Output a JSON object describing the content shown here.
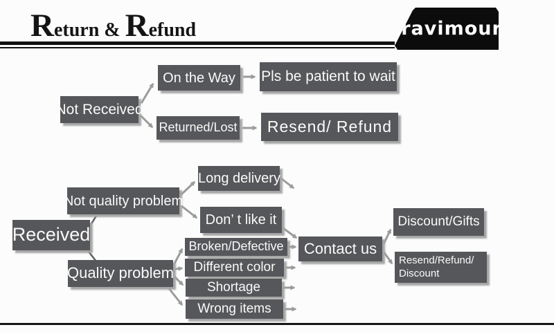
{
  "header": {
    "title_cap1": "R",
    "title_rest1": "eturn",
    "title_amp": "&",
    "title_cap2": "R",
    "title_rest2": "efund",
    "brand": "ravimour"
  },
  "colors": {
    "node_fill": "#56575a",
    "node_text": "#fafafa",
    "node_shadow": "#a6a6a6",
    "arrow": "#9b9b9b",
    "header_line": "#111111",
    "logo_bg": "#0c0c0c"
  },
  "nodes": {
    "not_received": "Not Received",
    "on_the_way": "On the Way",
    "pls_wait": "Pls be patient to wait",
    "returned_lost": "Returned/Lost",
    "resend_refund": "Resend/ Refund",
    "received": "Received",
    "not_quality_problem": "Not quality problem",
    "quality_problem": "Quality problem",
    "long_delivery": "Long delivery",
    "dont_like_it": "Don’ t like it",
    "broken_defective": "Broken/Defective",
    "different_color": "Different color",
    "shortage": "Shortage",
    "wrong_items": "Wrong items",
    "contact_us": "Contact us",
    "discount_gifts": "Discount/Gifts",
    "resend_refund_discount": "Resend/Refund/ Discount"
  },
  "edges": [
    {
      "from": "Not Received",
      "to": "On the Way"
    },
    {
      "from": "Not Received",
      "to": "Returned/Lost"
    },
    {
      "from": "On the Way",
      "to": "Pls be patient to wait"
    },
    {
      "from": "Returned/Lost",
      "to": "Resend/ Refund"
    },
    {
      "from": "Received",
      "to": "Not quality problem"
    },
    {
      "from": "Received",
      "to": "Quality problem"
    },
    {
      "from": "Not quality problem",
      "to": "Long delivery"
    },
    {
      "from": "Not quality problem",
      "to": "Don’ t like it"
    },
    {
      "from": "Long delivery",
      "to": "Contact us"
    },
    {
      "from": "Don’ t like it",
      "to": "Contact us"
    },
    {
      "from": "Quality problem",
      "to": "Broken/Defective"
    },
    {
      "from": "Quality problem",
      "to": "Different color"
    },
    {
      "from": "Quality problem",
      "to": "Shortage"
    },
    {
      "from": "Quality problem",
      "to": "Wrong items"
    },
    {
      "from": "Broken/Defective",
      "to": "Contact us"
    },
    {
      "from": "Different color",
      "to": "Contact us"
    },
    {
      "from": "Shortage",
      "to": "Contact us"
    },
    {
      "from": "Wrong items",
      "to": "Contact us"
    },
    {
      "from": "Contact us",
      "to": "Discount/Gifts"
    },
    {
      "from": "Contact us",
      "to": "Resend/Refund/ Discount"
    }
  ]
}
